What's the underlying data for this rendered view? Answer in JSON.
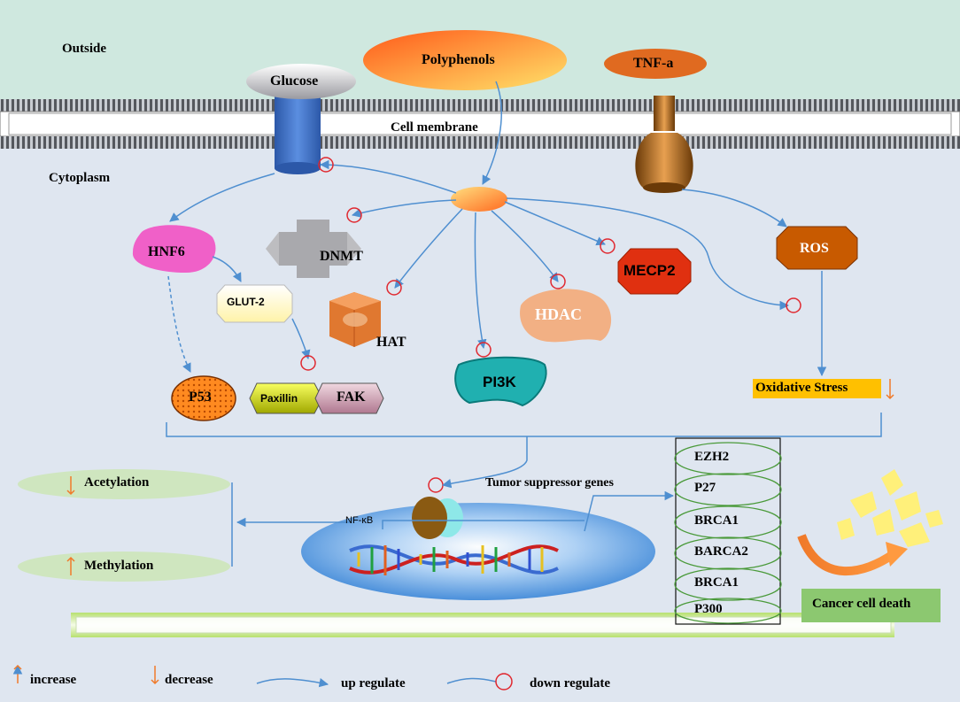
{
  "regions": {
    "outside": "Outside",
    "cytoplasm": "Cytoplasm",
    "membrane": "Cell membrane"
  },
  "nodes": {
    "glucose": "Glucose",
    "polyphenols": "Polyphenols",
    "tnf": "TNF-a",
    "hnf6": "HNF6",
    "dnmt": "DNMT",
    "glut2": "GLUT-2",
    "hat": "HAT",
    "pi3k": "PI3K",
    "hdac": "HDAC",
    "mecp2": "MECP2",
    "ros": "ROS",
    "p53": "P53",
    "paxillin": "Paxillin",
    "fak": "FAK",
    "oxidative_stress": "Oxidative Stress",
    "nfkb": "NF-κB",
    "tumor_suppressor": "Tumor suppressor genes",
    "cancer_death": "Cancer cell death"
  },
  "effects": {
    "acetylation": "Acetylation",
    "methylation": "Methylation"
  },
  "genes": [
    "EZH2",
    "P27",
    "BRCA1",
    "BARCA2",
    "BRCA1",
    "P300"
  ],
  "legend": {
    "increase": "increase",
    "decrease": "decrease",
    "up_regulate": "up regulate",
    "down_regulate": "down regulate"
  },
  "colors": {
    "outside_bg": "#cfe8df",
    "cytoplasm_bg": "#dfe6f0",
    "arrow": "#4f8fd0",
    "inhibit": "#e0282f",
    "increase_arrow": "#f07a2a",
    "hnf6": "#f060c8",
    "ros": "#c85a00",
    "mecp2": "#e03010",
    "pi3k": "#20b0b0",
    "oxidative_bg": "#ffc000",
    "cancer_bg": "#8cc870"
  }
}
